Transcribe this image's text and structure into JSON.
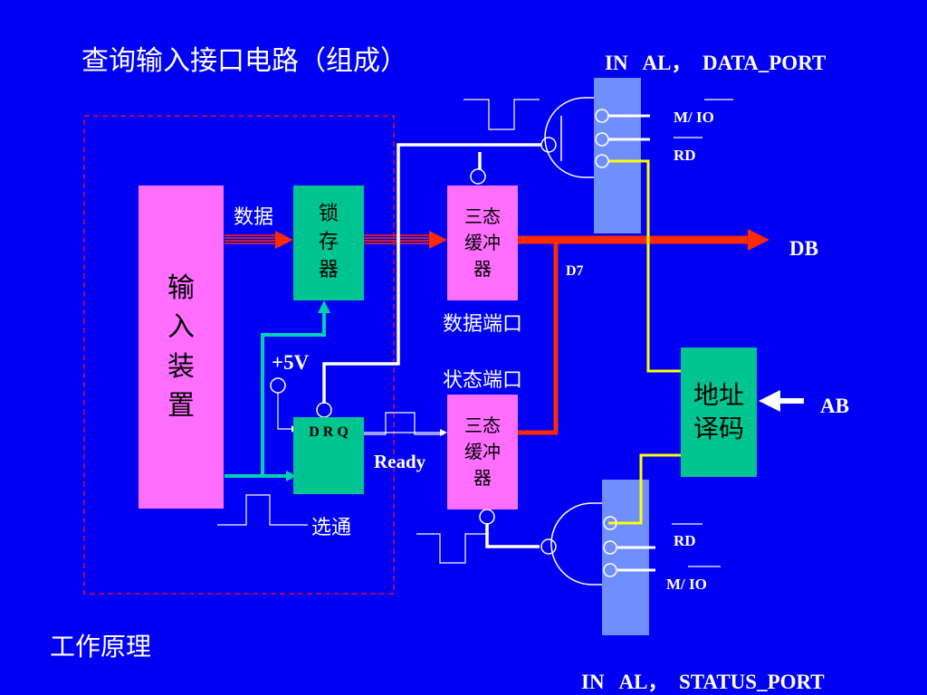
{
  "title": "查询输入接口电路（组成）",
  "footer": "工作原理",
  "top_instruction": "IN   AL，  DATA_PORT",
  "bottom_instruction": "IN   AL，  STATUS_PORT",
  "blocks": {
    "input_device": "输\n入\n装\n置",
    "latch": "锁\n存\n器",
    "tristate_data": "三态\n缓冲\n器",
    "tristate_status": "三态\n缓冲\n器",
    "flipflop": "D R Q",
    "address_decoder": "地址\n译码"
  },
  "labels": {
    "data": "数据",
    "data_port": "数据端口",
    "status_port": "状态端口",
    "plus5v": "+5V",
    "ready": "Ready",
    "strobe": "选通",
    "db": "DB",
    "d7": "D7",
    "ab": "AB",
    "top_mio": "M/ IO",
    "top_rd": "RD",
    "bottom_rd": "RD",
    "bottom_mio": "M/ IO"
  },
  "colors": {
    "background": "#0000f5",
    "pink": "#ff6eff",
    "green": "#00c590",
    "bus_red": "#ff2a00",
    "signal_yellow": "#ffff00",
    "signal_teal": "#00d0b0",
    "decoder_blue": "#6f8fff",
    "dashed_red": "#d01040"
  }
}
